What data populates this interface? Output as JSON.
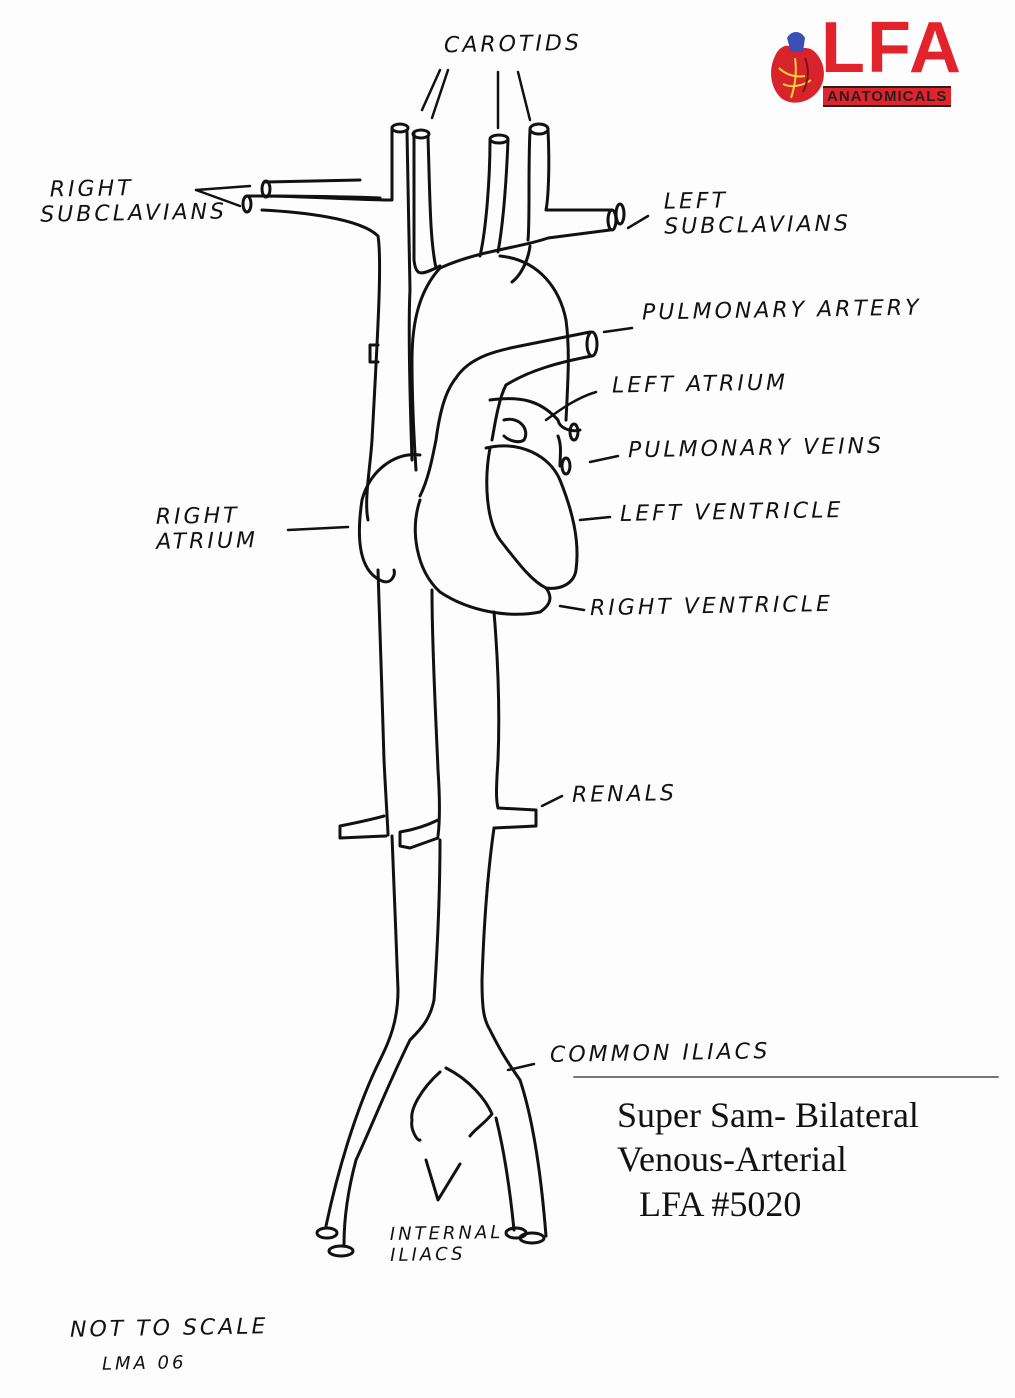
{
  "logo": {
    "letters": "LFA",
    "subtitle": "ANATOMICALS",
    "brand_color": "#e3232b",
    "heart_icon": "anatomical-heart-icon"
  },
  "labels": {
    "carotids": "CAROTIDS",
    "right_subclavians": [
      "RIGHT",
      "SUBCLAVIANS"
    ],
    "left_subclavians": [
      "LEFT",
      "SUBCLAVIANS"
    ],
    "pulmonary_artery": "PULMONARY ARTERY",
    "left_atrium": "LEFT ATRIUM",
    "pulmonary_veins": "PULMONARY VEINS",
    "right_atrium": [
      "RIGHT",
      "ATRIUM"
    ],
    "left_ventricle": "LEFT VENTRICLE",
    "right_ventricle": "RIGHT VENTRICLE",
    "renals": "RENALS",
    "common_iliacs": "COMMON ILIACS",
    "internal_iliacs": [
      "INTERNAL",
      "ILIACS"
    ],
    "not_to_scale": "NOT TO SCALE",
    "initials": "LMA 06"
  },
  "title": {
    "line1": "Super Sam- Bilateral",
    "line2": "Venous-Arterial",
    "line3": "LFA #5020"
  },
  "colors": {
    "ink": "#111111",
    "paper": "#fdfdfe"
  }
}
